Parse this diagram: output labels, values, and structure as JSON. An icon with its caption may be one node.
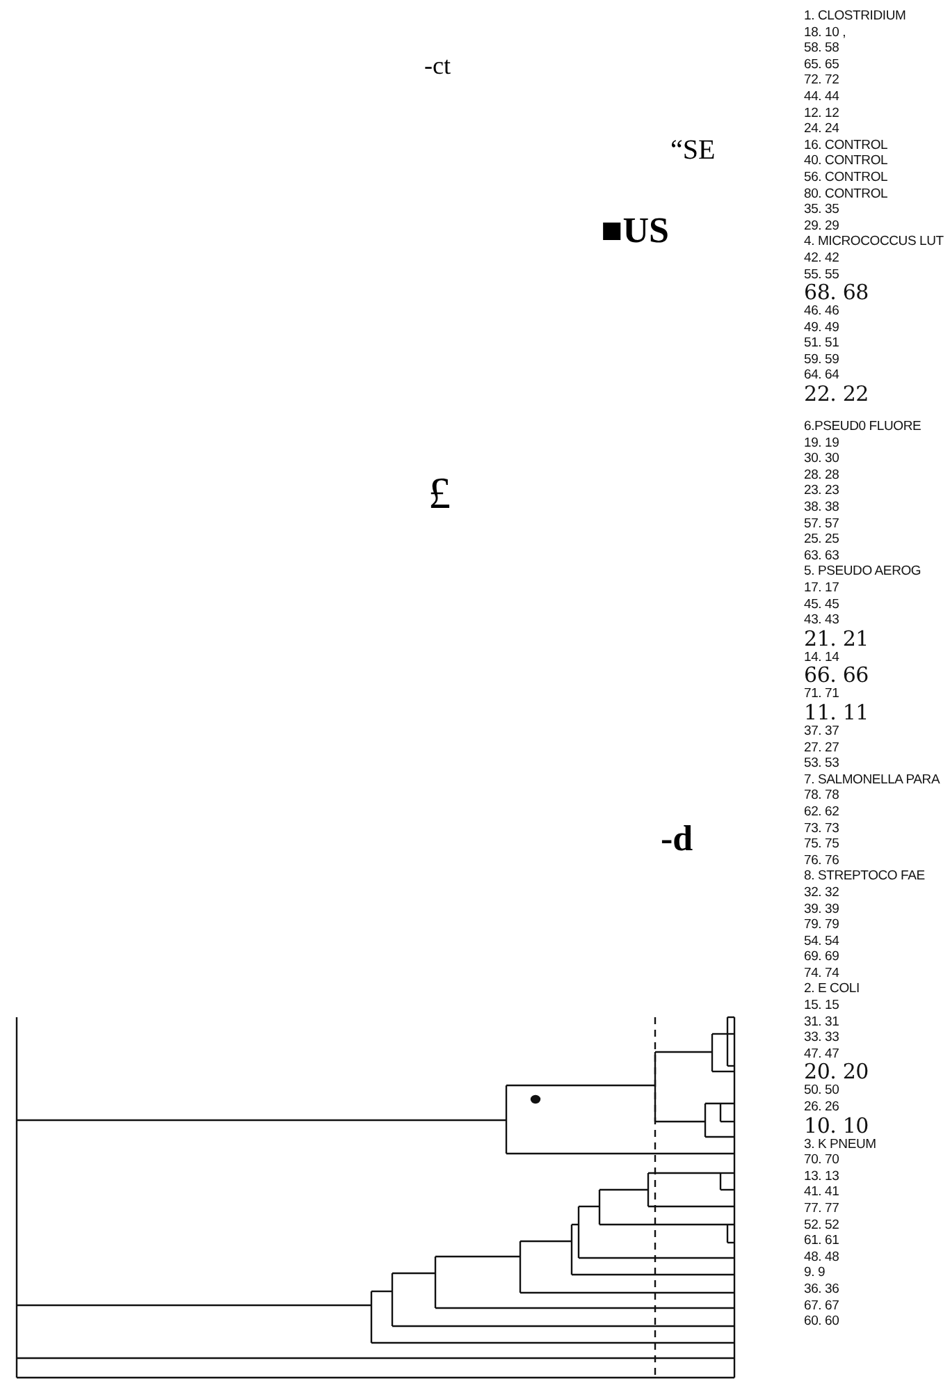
{
  "diagram": {
    "labels": [
      "-ct",
      "“SE",
      "■US",
      "£",
      "-d",
      "1. CLOSTRIDIUM",
      "18. 10 ,",
      "58. 58",
      "65. 65",
      "72. 72",
      "44. 44",
      "12. 12",
      "24. 24",
      "16. CONTROL",
      "40. CONTROL",
      "56. CONTROL",
      "80. CONTROL",
      "35. 35",
      "29. 29",
      "4. MICROCOCCUS LUT",
      "42. 42",
      "55. 55",
      "68. 68",
      "46. 46",
      "49. 49",
      "51. 51",
      "59. 59",
      "64. 64",
      "22. 22",
      "6.PSEUD0 FLUORE",
      "19. 19",
      "30. 30",
      "28. 28",
      "23. 23",
      "38. 38",
      "57. 57",
      "25. 25",
      "63. 63",
      "5. PSEUDO AEROG",
      "17. 17",
      "45. 45",
      "43. 43",
      "21. 21",
      "14. 14",
      "66. 66",
      "71. 71",
      "11. 11",
      "37. 37",
      "27. 27",
      "53. 53",
      "7. SALMONELLA PARA",
      "78. 78",
      "62. 62",
      "73. 73",
      "75. 75",
      "76. 76",
      "8. STREPTOCO FAE",
      "32. 32",
      "39. 39",
      "79. 79",
      "54. 54",
      "69. 69",
      "74. 74",
      "2. E COLI",
      "15. 15",
      "31. 31",
      "33. 33",
      "47. 47",
      "20. 20",
      "50. 50",
      "26. 26",
      "10. 10",
      "3. K PNEUM",
      "70. 70",
      "13. 13",
      "41. 41",
      "77. 77",
      "52. 52",
      "61. 61",
      "48. 48",
      "9. 9",
      "36. 36",
      "67. 67",
      "60. 60"
    ]
  }
}
